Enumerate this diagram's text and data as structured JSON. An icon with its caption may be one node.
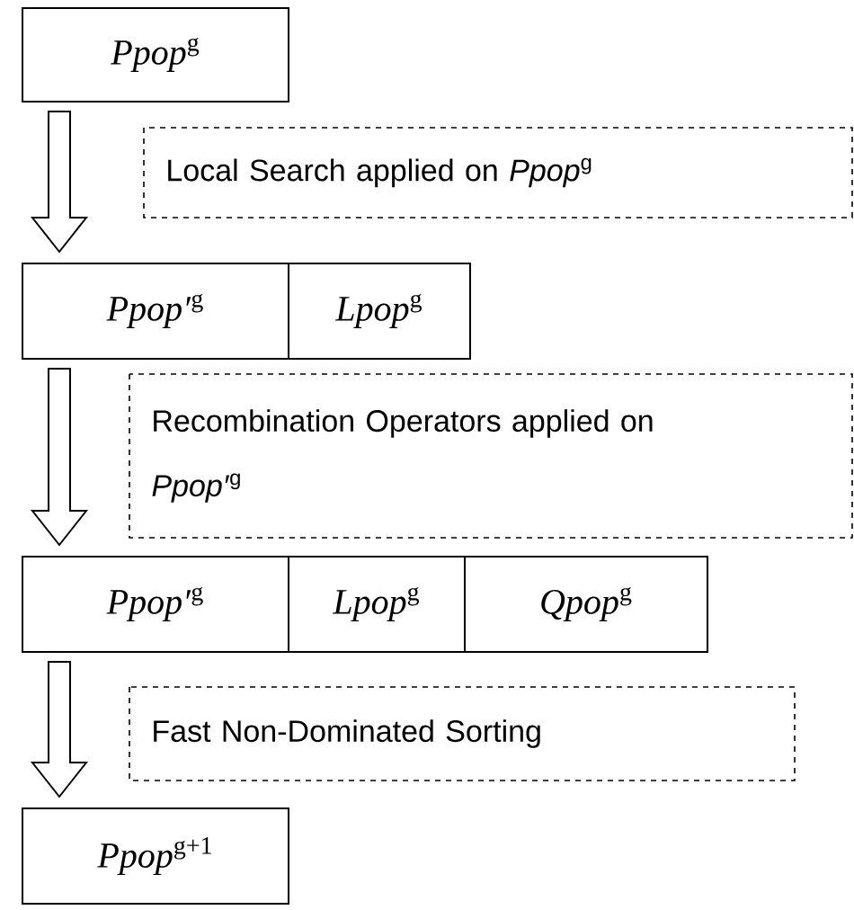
{
  "diagram": {
    "nodes": [
      {
        "text": [
          "*Ppop*$^{g}$"
        ]
      },
      {
        "text": [
          "*Ppop′*$^{g}$"
        ]
      },
      {
        "text": [
          "*Lpop*$^{g}$"
        ]
      },
      {
        "text": [
          "*Ppop′*$^{g}$"
        ]
      },
      {
        "text": [
          "*Lpop*$^{g}$"
        ]
      },
      {
        "text": [
          "*Qpop*$^{g}$"
        ]
      },
      {
        "text": [
          "*Ppop*$^{g+1}$"
        ]
      }
    ],
    "edges": [
      {
        "from": 0,
        "to": 1,
        "arrow": "to",
        "label": "Local Search applied on *Ppop*$^{g}$"
      },
      {
        "from": 1,
        "to": 3,
        "arrow": "to",
        "label": "Recombination Operators applied on *Ppop′*$^{g}$"
      },
      {
        "from": 3,
        "to": 6,
        "arrow": "to",
        "label": "Fast Non-Dominated Sorting"
      }
    ]
  }
}
